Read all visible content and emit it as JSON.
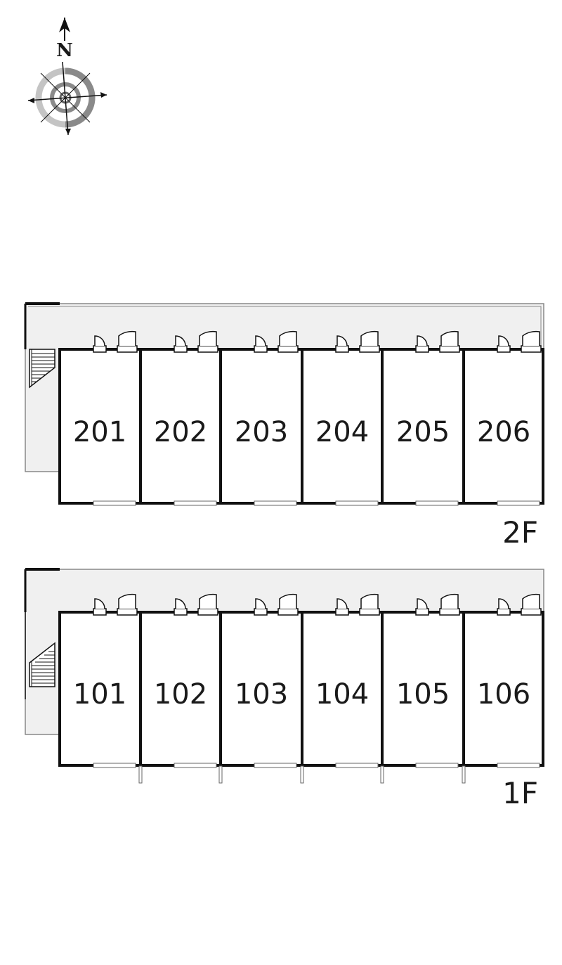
{
  "compass": {
    "north_label": "N",
    "icon": "compass-rose-icon"
  },
  "floors": [
    {
      "id": "2f",
      "label": "2F",
      "units": [
        "201",
        "202",
        "203",
        "204",
        "205",
        "206"
      ]
    },
    {
      "id": "1f",
      "label": "1F",
      "units": [
        "101",
        "102",
        "103",
        "104",
        "105",
        "106"
      ]
    }
  ],
  "colors": {
    "wall": "#111111",
    "corridor": "#f0f0f0",
    "line": "#888888",
    "compass_gray": "#8a8a8a",
    "compass_light": "#c4c4c4"
  }
}
